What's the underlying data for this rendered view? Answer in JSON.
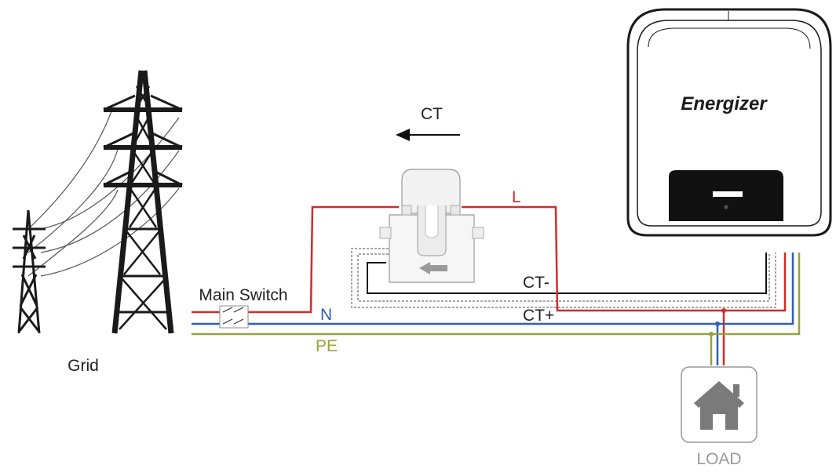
{
  "labels": {
    "ct_title": "CT",
    "grid": "Grid",
    "main_switch": "Main Switch",
    "wire_l": "L",
    "wire_n": "N",
    "wire_pe": "PE",
    "ct_minus": "CT-",
    "ct_plus": "CT+",
    "load": "LOAD"
  },
  "inverter": {
    "brand": "Energizer"
  },
  "colors": {
    "live": "#d42b2b",
    "neutral": "#2f5fb8",
    "earth": "#98a23a",
    "ct_wire": "#111111",
    "tower": "#1a1a1a",
    "load_icon": "#7a7a7a"
  }
}
